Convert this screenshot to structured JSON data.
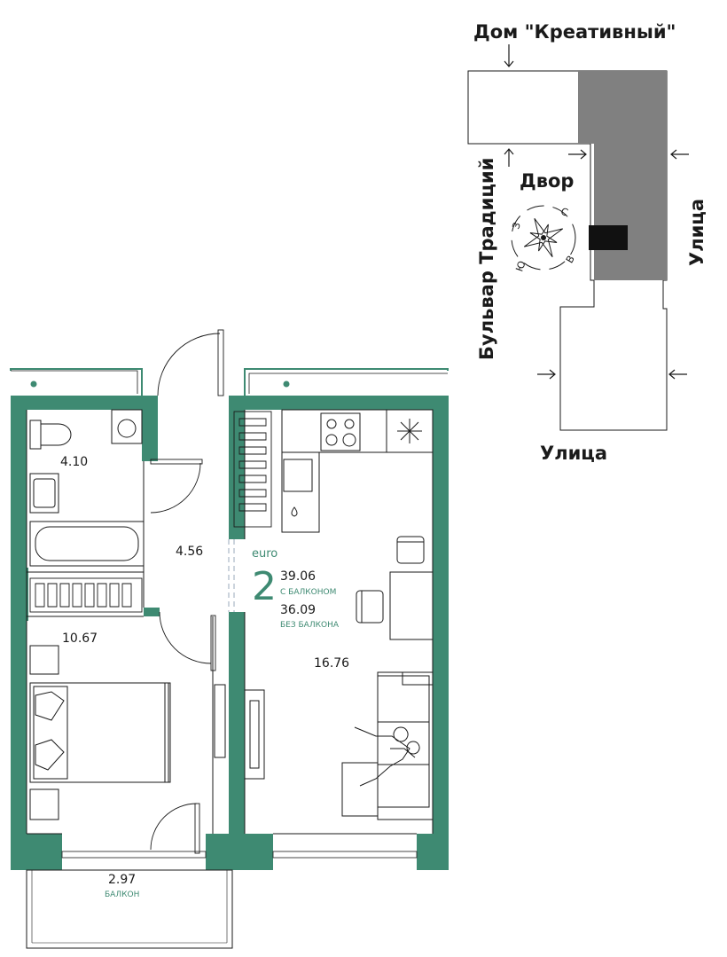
{
  "site_plan": {
    "house_label": "Дом \"Креативный\"",
    "yard_label": "Двор",
    "boulevard_label": "Бульвар Традиций",
    "street_right_label": "Улица",
    "street_bottom_label": "Улица",
    "compass": {
      "north": "С",
      "east": "В",
      "south": "Ю",
      "west": "З"
    }
  },
  "apartment": {
    "type_label": "euro",
    "rooms": "2",
    "area_with_balcony": "39.06",
    "with_balcony_label": "С БАЛКОНОМ",
    "area_without_balcony": "36.09",
    "without_balcony_label": "БЕЗ БАЛКОНА"
  },
  "rooms": {
    "bathroom_area": "4.10",
    "hall_area": "4.56",
    "bedroom_area": "10.67",
    "living_area": "16.76",
    "balcony_area": "2.97",
    "balcony_label": "БАЛКОН"
  },
  "colors": {
    "wall": "#3e8a72",
    "building_active": "#808080",
    "line": "#1a1a1a"
  }
}
